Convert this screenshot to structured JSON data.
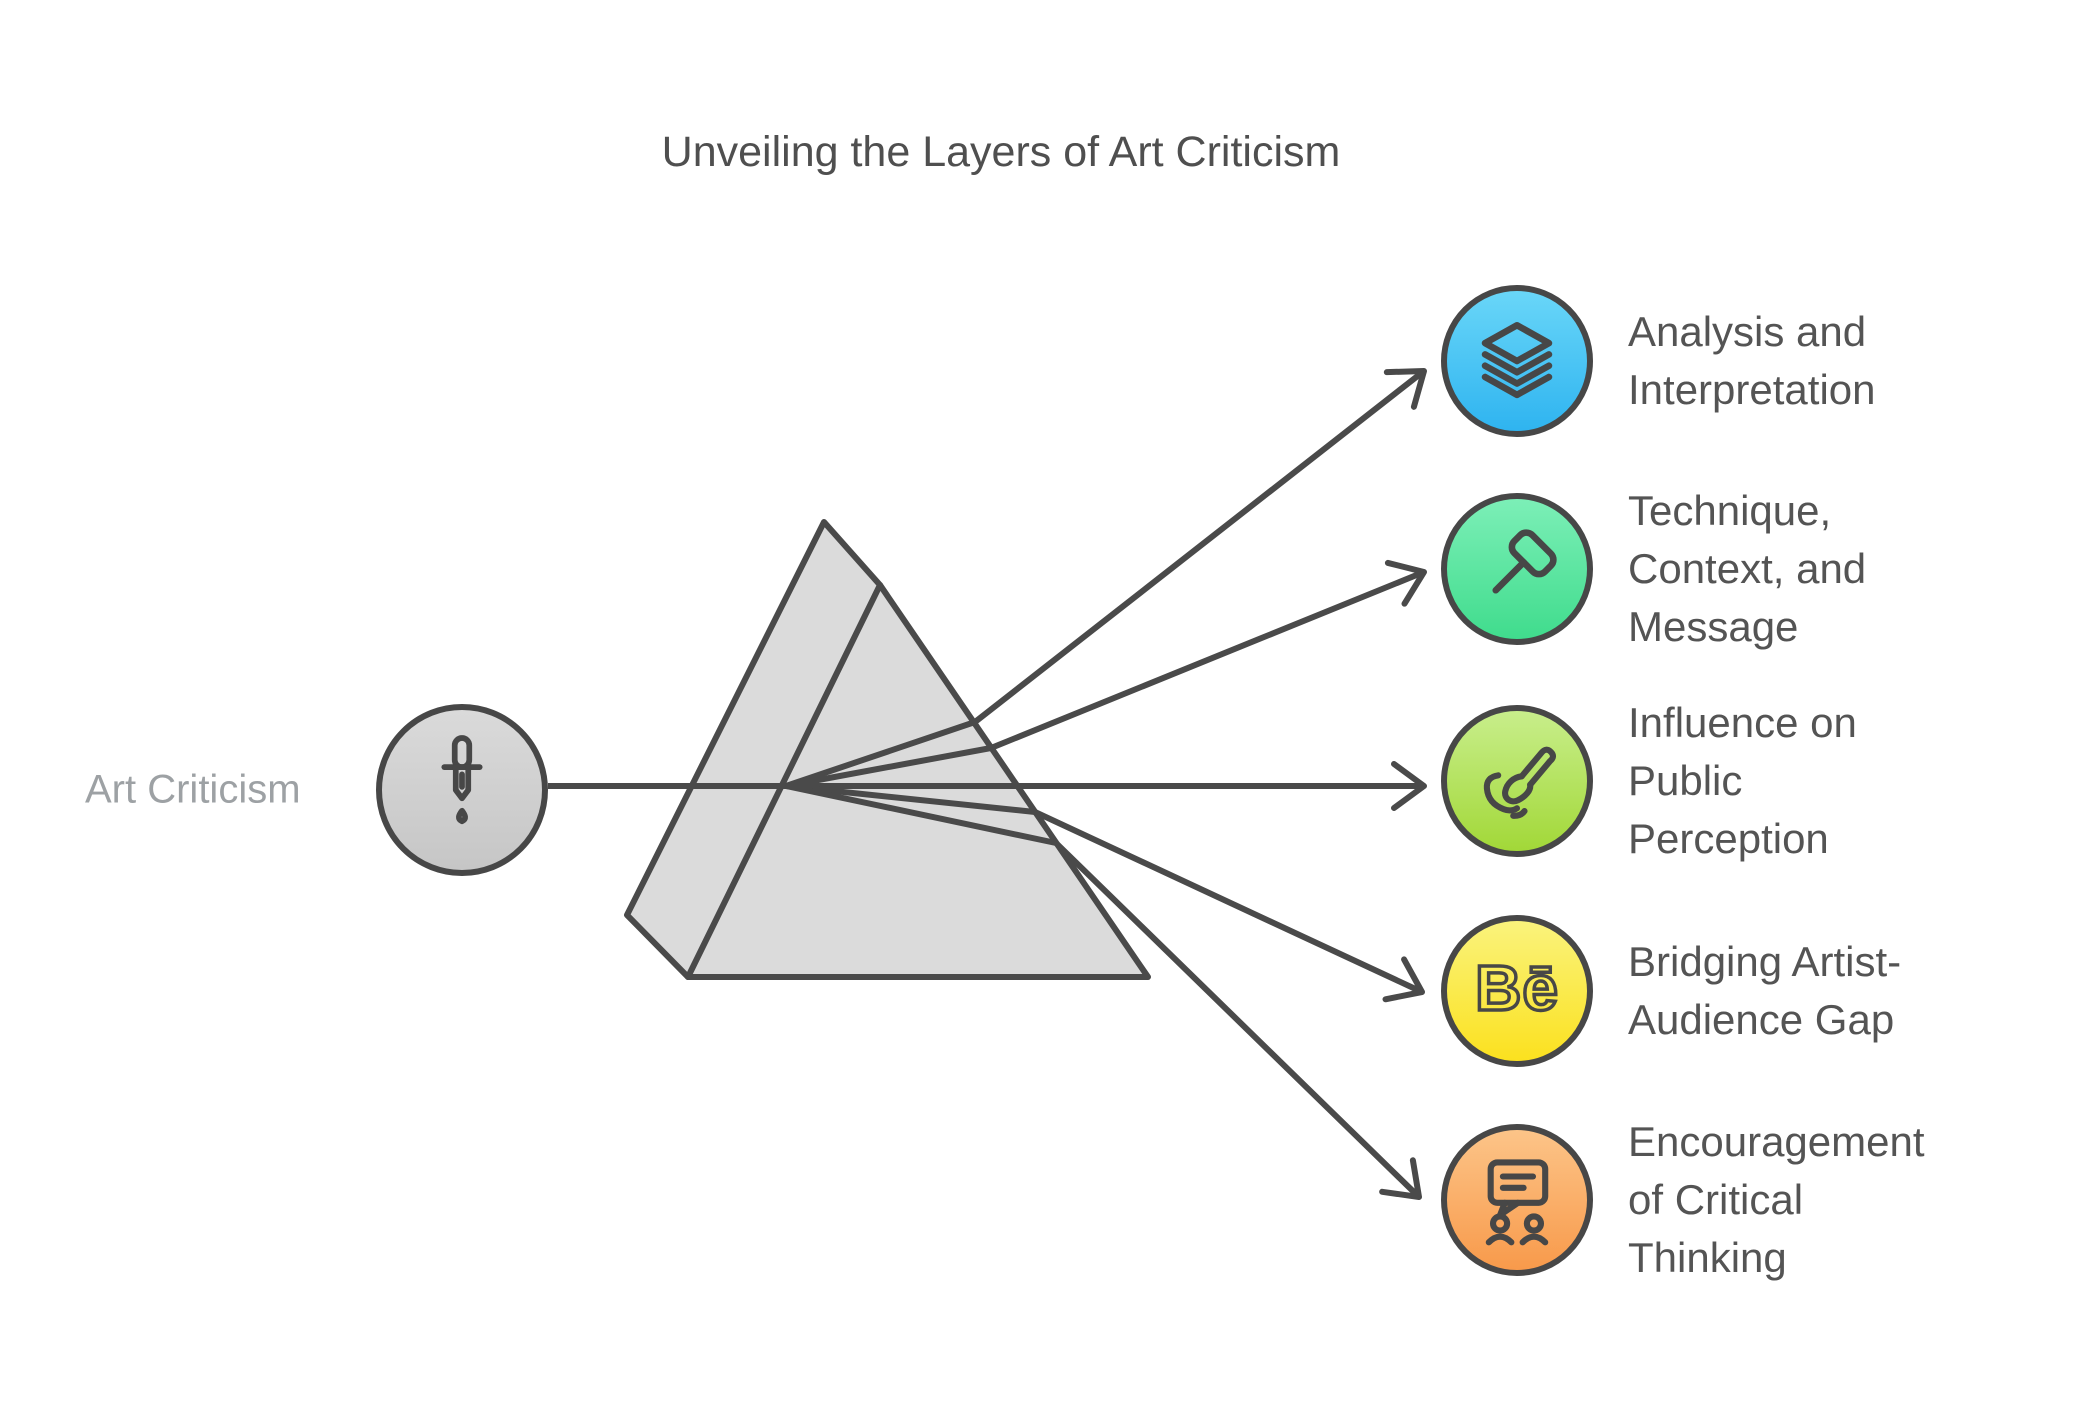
{
  "title": "Unveiling the Layers of Art Criticism",
  "source": {
    "label": "Art Criticism",
    "icon": "eyedropper-icon",
    "color_top": "#dadada",
    "color_bottom": "#c6c6c6"
  },
  "prism": {
    "fill": "#dbdbdb",
    "stroke": "#4a4a4a"
  },
  "items": [
    {
      "lines": [
        "Analysis and",
        "Interpretation"
      ],
      "icon": "layers-icon",
      "color_top": "#69d6f8",
      "color_bottom": "#2fb4f0"
    },
    {
      "lines": [
        "Technique,",
        "Context, and",
        "Message"
      ],
      "icon": "mallet-icon",
      "color_top": "#7cefb7",
      "color_bottom": "#40dc8d"
    },
    {
      "lines": [
        "Influence on",
        "Public",
        "Perception"
      ],
      "icon": "paintbrush-icon",
      "color_top": "#c8ee8b",
      "color_bottom": "#a2d838"
    },
    {
      "lines": [
        "Bridging Artist-",
        "Audience Gap"
      ],
      "icon": "behance-icon",
      "icon_text": "Bē",
      "color_top": "#faf37c",
      "color_bottom": "#fbe11f"
    },
    {
      "lines": [
        "Encouragement",
        "of Critical",
        "Thinking"
      ],
      "icon": "chat-people-icon",
      "color_top": "#fcc488",
      "color_bottom": "#f89a4b"
    }
  ],
  "colors": {
    "line": "#4a4a4a",
    "outline": "#474747",
    "title_text": "#4f4f4f",
    "label_text": "#545454",
    "muted_text": "#9da1a4",
    "background": "#ffffff"
  }
}
